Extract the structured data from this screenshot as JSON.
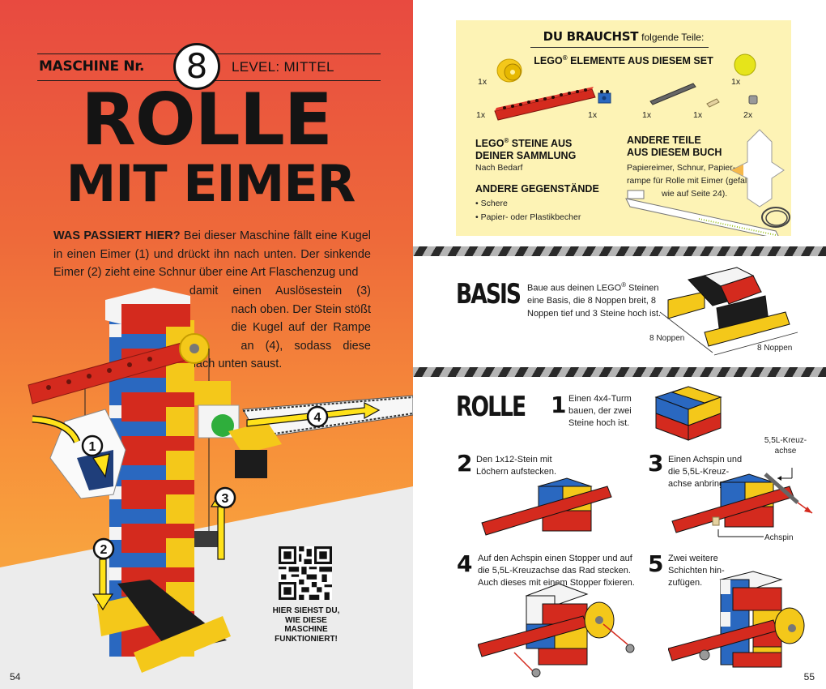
{
  "left_page": {
    "header": {
      "machine_label": "MASCHINE Nr.",
      "machine_number": "8",
      "level_label": "LEVEL: MITTEL"
    },
    "title": {
      "line1": "ROLLE",
      "line2": "MIT EIMER"
    },
    "intro": {
      "lead": "WAS PASSIERT HIER?",
      "text_top": " Bei dieser Maschine fällt eine Kugel in einen Eimer (1) und drückt ihn nach unten. Der sinkende Eimer (2) zieht eine Schnur über eine Art Flaschenzug und",
      "text_lines": [
        "damit einen Auslösestein (3)",
        "nach oben. Der Stein stößt",
        "die Kugel auf der Rampe",
        "an (4), sodass diese",
        "nach unten saust."
      ]
    },
    "illustration": {
      "markers": [
        "1",
        "2",
        "3",
        "4"
      ],
      "colors": {
        "red": "#d42a1e",
        "blue": "#2a68c0",
        "yellow": "#f4c81a",
        "white": "#f4f4f4",
        "black": "#1c1c1c",
        "green": "#2fae3c",
        "arrow": "#ffe21a"
      }
    },
    "qr": {
      "caption": "HIER SIEHST DU, WIE DIESE MASCHINE FUNKTIONIERT!"
    },
    "page_number": "54",
    "background": {
      "top": "#e84a40",
      "bottom": "#f8a23e",
      "floor": "#ececec"
    }
  },
  "right_page": {
    "needs": {
      "title_strong": "DU BRAUCHST",
      "title_rest": "folgende Teile:",
      "set_heading": "LEGO",
      "set_heading_reg": "®",
      "set_heading_rest": " ELEMENTE AUS DIESEM SET",
      "parts": [
        {
          "name": "wheel",
          "qty": "1x"
        },
        {
          "name": "technic-beam-1x12",
          "qty": "1x"
        },
        {
          "name": "technic-brick-1x2",
          "qty": "1x"
        },
        {
          "name": "axle-5.5L",
          "qty": "1x"
        },
        {
          "name": "axle-pin",
          "qty": "1x"
        },
        {
          "name": "stopper",
          "qty": "2x"
        },
        {
          "name": "ball",
          "qty": "1x"
        }
      ],
      "collection_heading_1": "LEGO",
      "collection_heading_reg": "®",
      "collection_heading_2": " STEINE AUS",
      "collection_heading_3": "DEINER SAMMLUNG",
      "collection_text": "Nach Bedarf",
      "other_items_heading": "ANDERE GEGENSTÄNDE",
      "other_items": [
        "Schere",
        "Papier- oder Plastikbecher"
      ],
      "book_parts_heading_1": "ANDERE TEILE",
      "book_parts_heading_2": "AUS DIESEM BUCH",
      "book_parts_lines": [
        "Papiereimer, Schnur, Papier-",
        "rampe für Rolle mit Eimer (gefaltet",
        "wie auf Seite 24)."
      ],
      "background": "#fdf3b5"
    },
    "basis": {
      "title": "BASIS",
      "text_1": "Baue aus deinen LEGO",
      "text_reg": "®",
      "text_2": " Steinen eine Basis, die 8 Noppen breit, 8 Noppen tief und 3 Steine hoch ist.",
      "dim_depth": "8 Noppen",
      "dim_width": "8 Noppen"
    },
    "rolle": {
      "title": "ROLLE",
      "steps": [
        {
          "num": "1",
          "text": "Einen 4x4-Turm bauen, der zwei Steine hoch ist."
        },
        {
          "num": "2",
          "text": "Den 1x12-Stein mit Löchern aufstecken."
        },
        {
          "num": "3",
          "text": "Einen Achspin und die 5,5L-Kreuz-achse anbringen."
        },
        {
          "num": "4",
          "text": "Auf den Achspin einen Stopper und auf die 5,5L-Kreuzachse das Rad stecken. Auch dieses mit einem Stopper fixieren."
        },
        {
          "num": "5",
          "text": "Zwei weitere Schichten hin-zufügen."
        }
      ],
      "callouts": {
        "axle": "5,5L-Kreuz-achse",
        "pin": "Achspin"
      }
    },
    "page_number": "55"
  }
}
